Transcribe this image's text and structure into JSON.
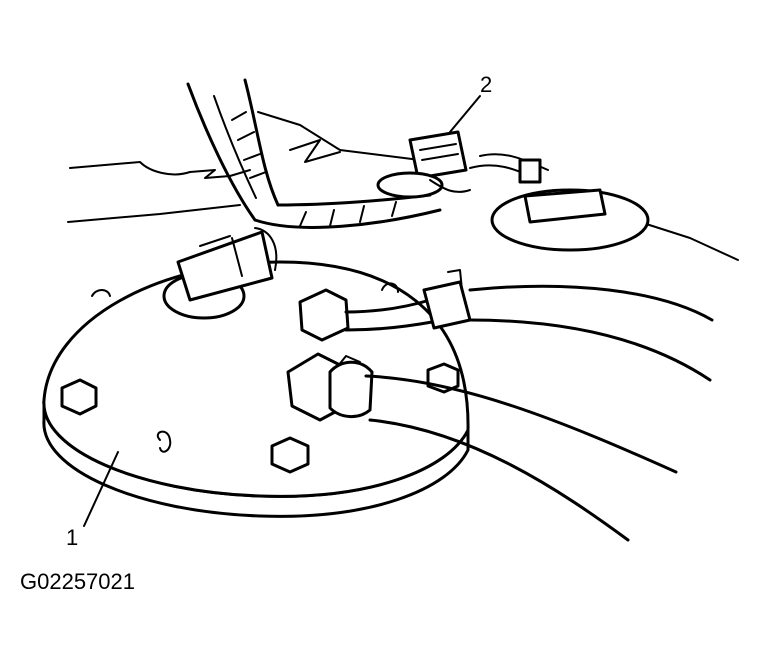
{
  "callouts": [
    {
      "id": "1",
      "label": "1"
    },
    {
      "id": "2",
      "label": "2"
    }
  ],
  "figure_code": "G02257021",
  "colors": {
    "ink": "#000000",
    "paper": "#ffffff"
  }
}
